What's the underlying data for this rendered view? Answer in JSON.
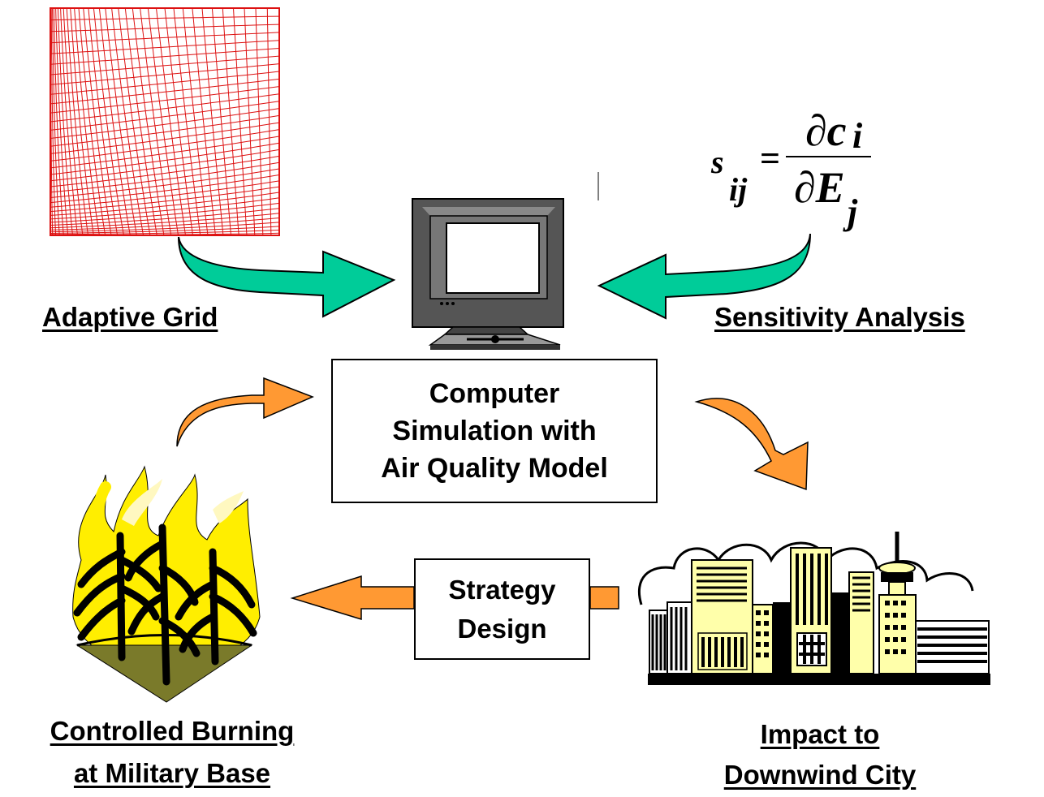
{
  "labels": {
    "adaptive_grid": "Adaptive Grid",
    "sensitivity_analysis": "Sensitivity Analysis",
    "controlled_burning_line1": "Controlled Burning",
    "controlled_burning_line2": "at Military Base",
    "impact_line1": "Impact to",
    "impact_line2": "Downwind City"
  },
  "center_box": {
    "line1": "Computer",
    "line2": "Simulation with",
    "line3": "Air Quality Model"
  },
  "strategy_box": {
    "line1": "Strategy",
    "line2": "Design"
  },
  "formula": {
    "lhs": "s",
    "lhs_sub": "ij",
    "equals": "=",
    "numerator": "∂c",
    "numerator_sub": "i",
    "denominator": "∂E",
    "denominator_sub": "j"
  },
  "icons": [
    "adaptive-grid-icon",
    "computer-monitor-icon",
    "fire-trees-icon",
    "city-skyline-icon"
  ],
  "colors": {
    "grid_red": "#dd1111",
    "teal_arrow": "#00cc99",
    "orange_arrow": "#ff9933",
    "fire_yellow": "#ffee00",
    "ground_olive": "#7a7a2a",
    "city_window_yellow": "#ffffaa"
  }
}
